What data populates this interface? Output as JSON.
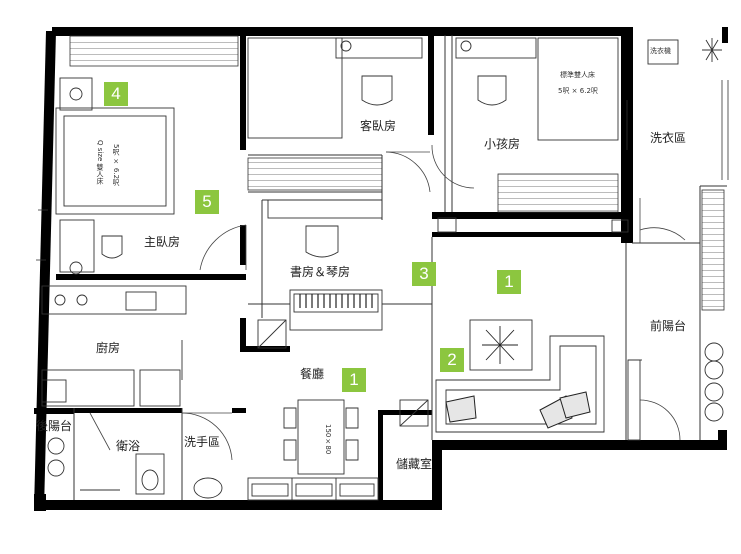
{
  "rooms": {
    "master_bedroom": "主臥房",
    "guest_room": "客臥房",
    "kids_room": "小孩房",
    "laundry_area": "洗衣區",
    "study_piano_room": "書房＆琴房",
    "kitchen": "廚房",
    "dining_room": "餐廳",
    "front_balcony": "前陽台",
    "back_balcony": "後陽台",
    "bathroom": "衛浴",
    "washbasin_area": "洗手區",
    "storage_room": "儲藏室"
  },
  "furniture_labels": {
    "queen_bed_line1": "Q size 雙人床",
    "queen_bed_line2": "5呎 × 6.2呎",
    "standard_bed_line1": "標準雙人床",
    "standard_bed_line2": "5呎 × 6.2呎",
    "washing_machine": "洗衣機",
    "dining_table_size": "150×80"
  },
  "zone_badges": {
    "badge_4": "4",
    "badge_5": "5",
    "badge_3": "3",
    "badge_1_living": "1",
    "badge_2": "2",
    "badge_1_dining": "1"
  },
  "colors": {
    "wall": "#000000",
    "badge": "#8cc63f",
    "line": "#333333"
  }
}
